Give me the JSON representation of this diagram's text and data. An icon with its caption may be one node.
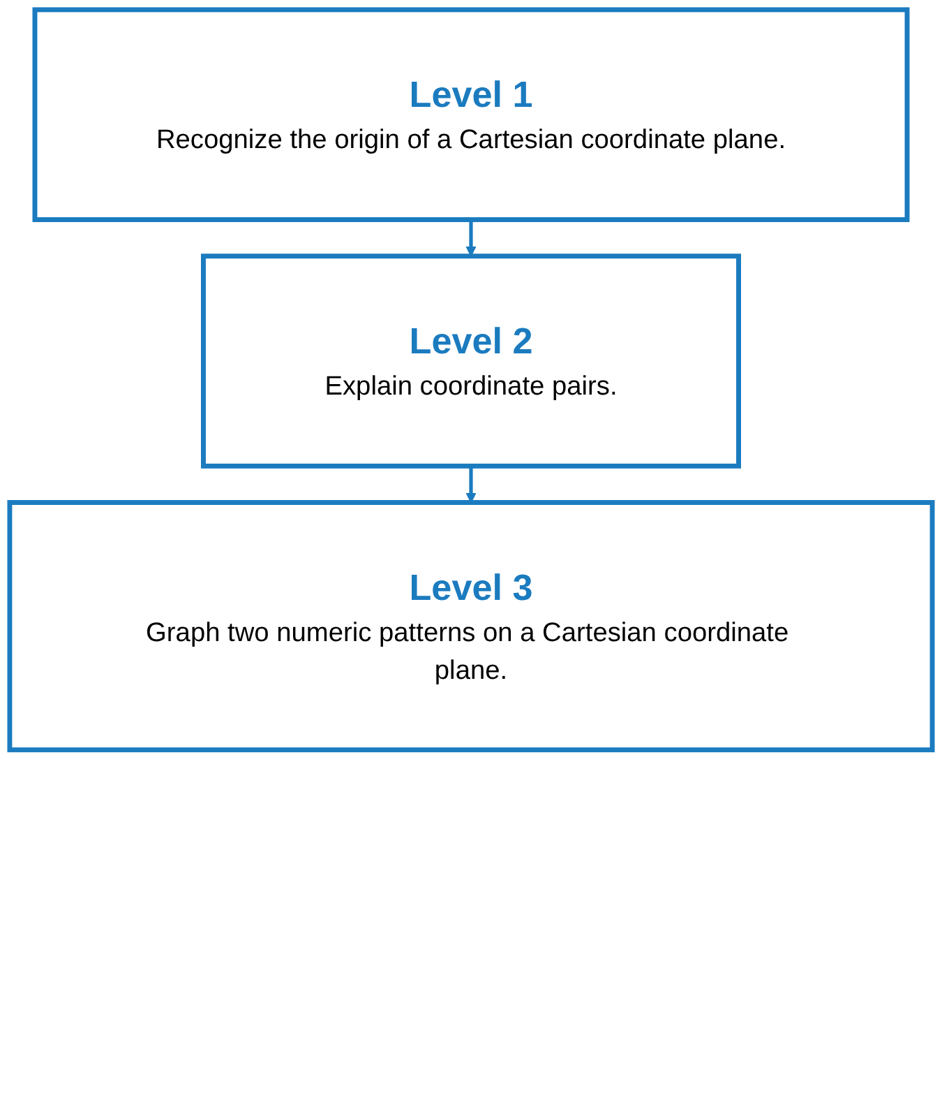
{
  "diagram": {
    "nodes": [
      {
        "text": [
          "Level 1",
          "Recognize the origin of a Cartesian coordinate plane."
        ]
      },
      {
        "text": [
          "Level 2",
          "Explain coordinate pairs."
        ]
      },
      {
        "text": [
          "Level 3",
          "Graph two numeric patterns on a Cartesian coordinate plane."
        ]
      }
    ],
    "edges": [
      {
        "from": 0,
        "to": 1,
        "arrow": "to"
      },
      {
        "from": 1,
        "to": 2,
        "arrow": "to"
      }
    ]
  }
}
